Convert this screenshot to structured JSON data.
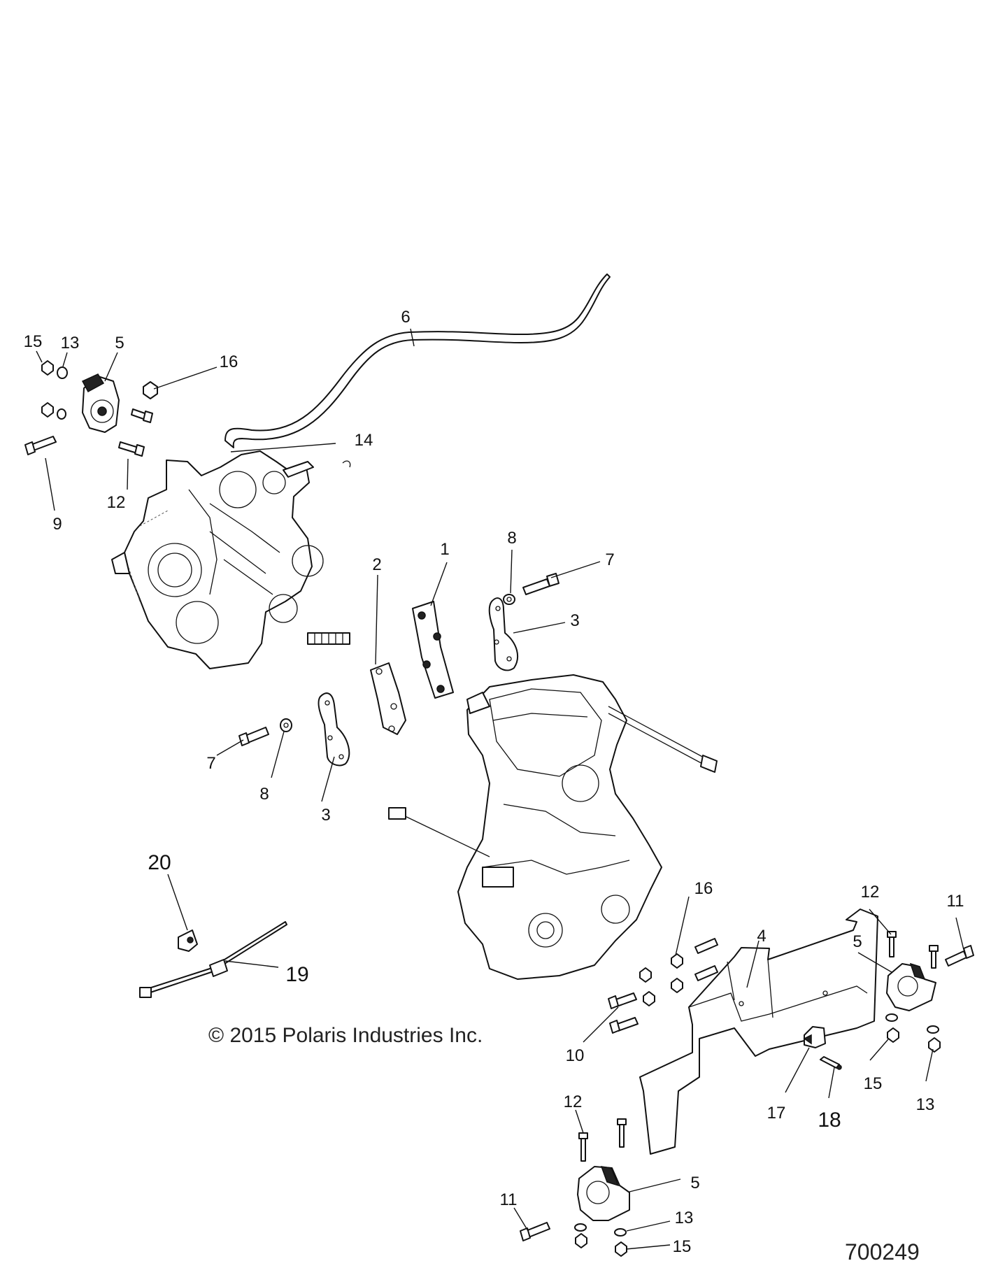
{
  "callouts": [
    {
      "id": "c15a",
      "label": "15"
    },
    {
      "id": "c13a",
      "label": "13"
    },
    {
      "id": "c5a",
      "label": "5"
    },
    {
      "id": "c16a",
      "label": "16"
    },
    {
      "id": "c6",
      "label": "6"
    },
    {
      "id": "c14",
      "label": "14"
    },
    {
      "id": "c12a",
      "label": "12"
    },
    {
      "id": "c9",
      "label": "9"
    },
    {
      "id": "c8a",
      "label": "8"
    },
    {
      "id": "c7a",
      "label": "7"
    },
    {
      "id": "c1",
      "label": "1"
    },
    {
      "id": "c2",
      "label": "2"
    },
    {
      "id": "c3a",
      "label": "3"
    },
    {
      "id": "c7b",
      "label": "7"
    },
    {
      "id": "c8b",
      "label": "8"
    },
    {
      "id": "c3b",
      "label": "3"
    },
    {
      "id": "c20",
      "label": "20"
    },
    {
      "id": "c19",
      "label": "19"
    },
    {
      "id": "c16b",
      "label": "16"
    },
    {
      "id": "c4",
      "label": "4"
    },
    {
      "id": "c12b",
      "label": "12"
    },
    {
      "id": "c11a",
      "label": "11"
    },
    {
      "id": "c5b",
      "label": "5"
    },
    {
      "id": "c10",
      "label": "10"
    },
    {
      "id": "c15b",
      "label": "15"
    },
    {
      "id": "c13b",
      "label": "13"
    },
    {
      "id": "c17",
      "label": "17"
    },
    {
      "id": "c18",
      "label": "18"
    },
    {
      "id": "c12c",
      "label": "12"
    },
    {
      "id": "c5c",
      "label": "5"
    },
    {
      "id": "c11b",
      "label": "11"
    },
    {
      "id": "c13c",
      "label": "13"
    },
    {
      "id": "c15c",
      "label": "15"
    }
  ],
  "copyright": "© 2015 Polaris Industries Inc.",
  "diagram_id": "700249"
}
